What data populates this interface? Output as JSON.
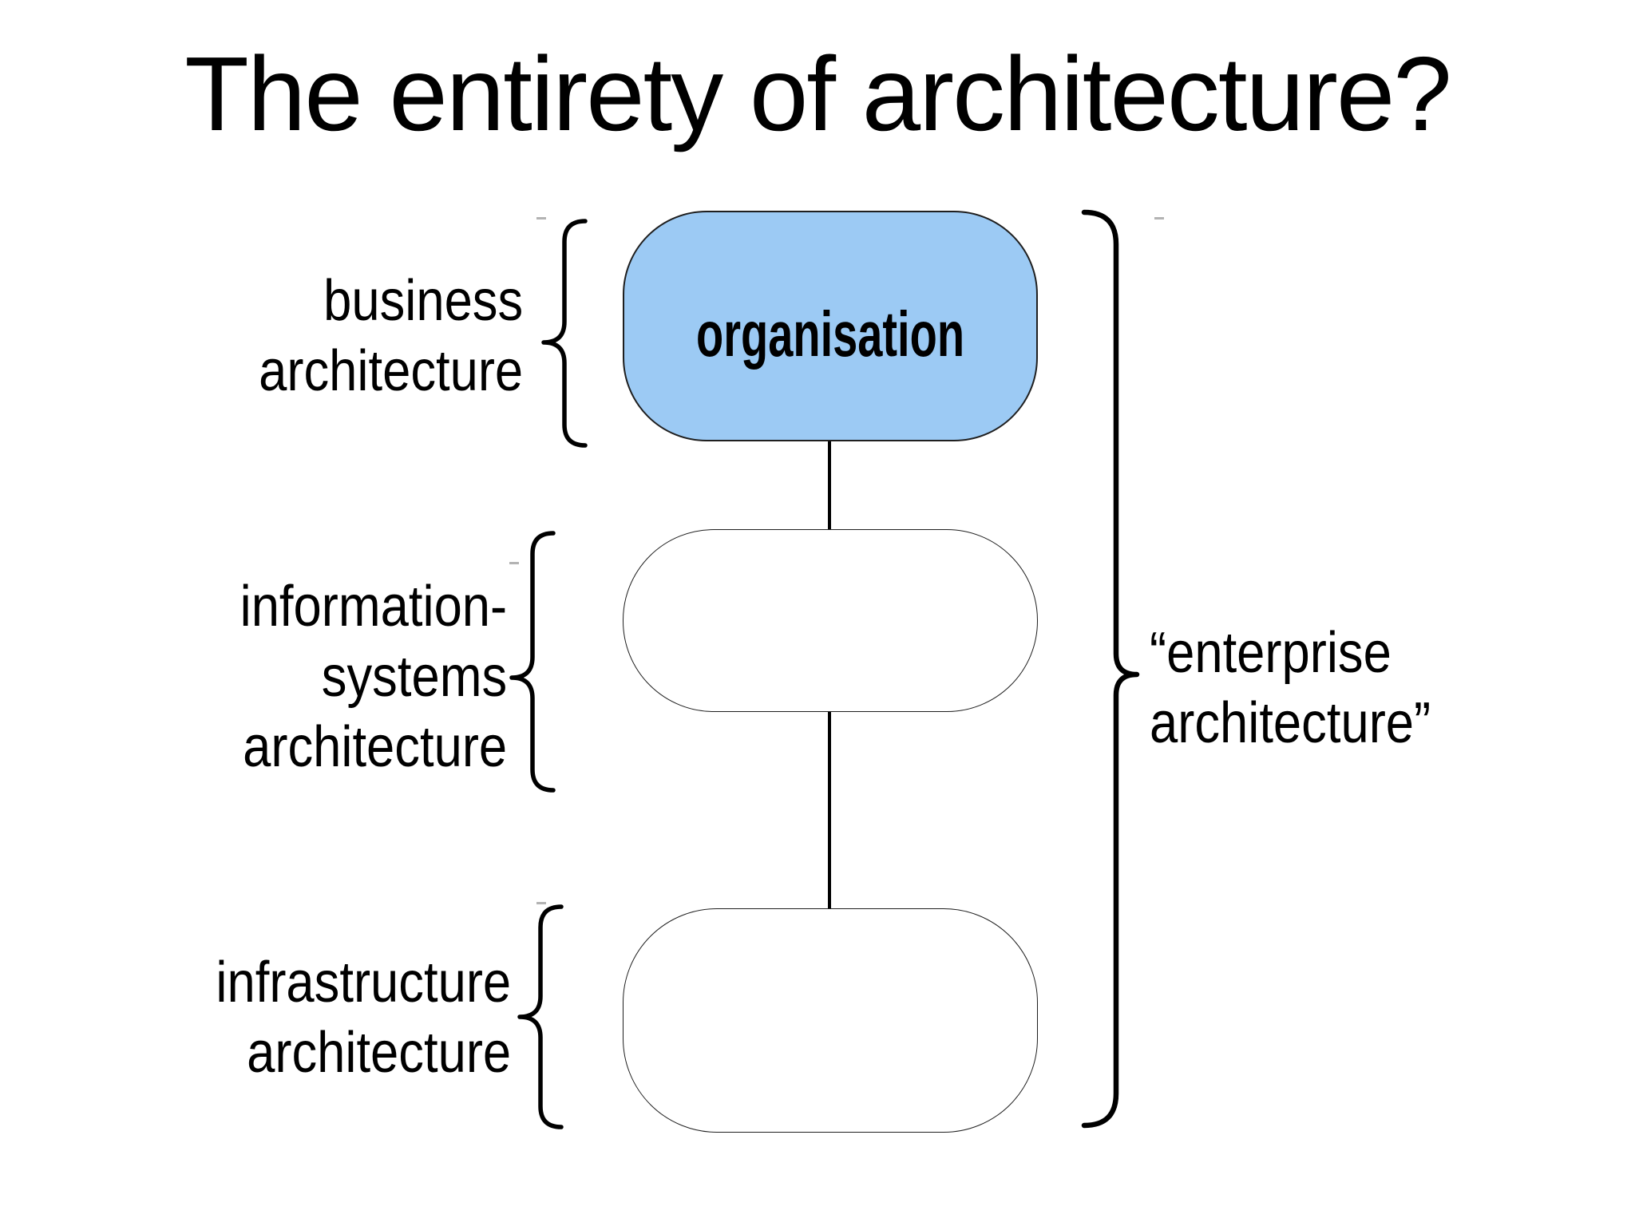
{
  "title": "The entirety of architecture?",
  "diagram": {
    "organisation_label": "organisation",
    "left_labels": {
      "business": "business\narchitecture",
      "information_systems": "information-\nsystems\narchitecture",
      "infrastructure": "infrastructure\narchitecture"
    },
    "right_label": "“enterprise\narchitecture”",
    "colors": {
      "node_fill": "#9CCAF4",
      "node_stroke": "#1F1F1F",
      "line_color": "#000000",
      "brace_color": "#000000"
    }
  }
}
